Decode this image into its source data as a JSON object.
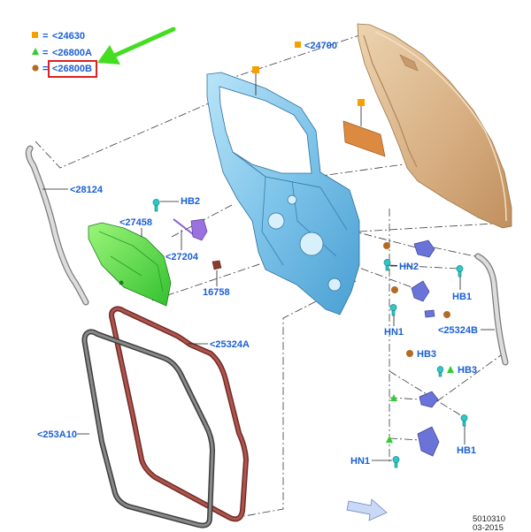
{
  "legend": {
    "square": {
      "eq": "=",
      "code": "<24630"
    },
    "triangle": {
      "eq": "=",
      "code": "<26800A"
    },
    "circle": {
      "eq": "=",
      "code": "<26800B"
    }
  },
  "callouts": {
    "outer_panel": "<24700",
    "strip_left": "<28124",
    "hb2": "HB2",
    "panel_green": "<27458",
    "rod": "<27204",
    "clip": "16758",
    "hn2": "HN2",
    "hb1_upper": "HB1",
    "hn1_upper": "HN1",
    "strip_right": "<25324B",
    "hb3_left": "HB3",
    "hb3_right": "HB3",
    "seal_red": "<25324A",
    "seal_gray": "<253A10",
    "hb1_lower": "HB1",
    "hn1_lower": "HN1"
  },
  "footer": {
    "drawing_number": "5010310",
    "date": "03-2015"
  },
  "colors": {
    "label": "#1a5fd6",
    "square": "#f5a000",
    "triangle": "#33cc33",
    "circle": "#b36b24",
    "highlight": "#e02020",
    "pointer": "#44dd22"
  },
  "icons": {
    "pointer": "pointer-arrow-icon",
    "direction": "front-direction-arrow-icon"
  }
}
